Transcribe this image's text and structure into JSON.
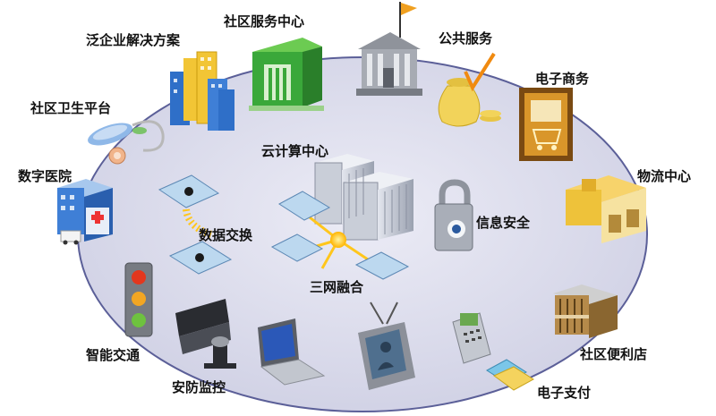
{
  "colors": {
    "ellipse_fill": "#dcdcec",
    "ellipse_stroke": "#5b5f98",
    "building_blue": "#3f7fd6",
    "building_yellow": "#f2c535",
    "green_gate": "#3aa83a",
    "server_gray": "#c9ced8",
    "sun_yellow": "#ffc61c",
    "card_blue": "#bcd8ef"
  },
  "labels": {
    "pan_enterprise": "泛企业解决方案",
    "community_service_center": "社区服务中心",
    "public_service": "公共服务",
    "ecommerce": "电子商务",
    "community_health": "社区卫生平台",
    "digital_hospital": "数字医院",
    "logistics_center": "物流中心",
    "cloud_center": "云计算中心",
    "data_exchange": "数据交换",
    "info_security": "信息安全",
    "triple_network": "三网融合",
    "smart_traffic": "智能交通",
    "security_monitor": "安防监控",
    "convenience_store": "社区便利店",
    "e_payment": "电子支付"
  },
  "icons": {
    "pan_enterprise": "buildings-icon",
    "community_service_center": "green-gate-building-icon",
    "public_service": "bank-building-flag-icon",
    "ecommerce": "shopping-cart-laptop-icon",
    "community_health": "mouse-stethoscope-icon",
    "digital_hospital": "hospital-ambulance-icon",
    "logistics_center": "warehouse-icon",
    "cloud_center": "server-rack-icon",
    "data_exchange": "data-cards-icon",
    "info_security": "padlock-icon",
    "triple_network": "network-hub-icon",
    "smart_traffic": "traffic-light-icon",
    "security_monitor": "cctv-camera-icon",
    "convenience_store": "store-building-icon",
    "e_payment": "payment-terminal-icon",
    "laptop": "laptop-icon",
    "tv": "television-icon"
  }
}
